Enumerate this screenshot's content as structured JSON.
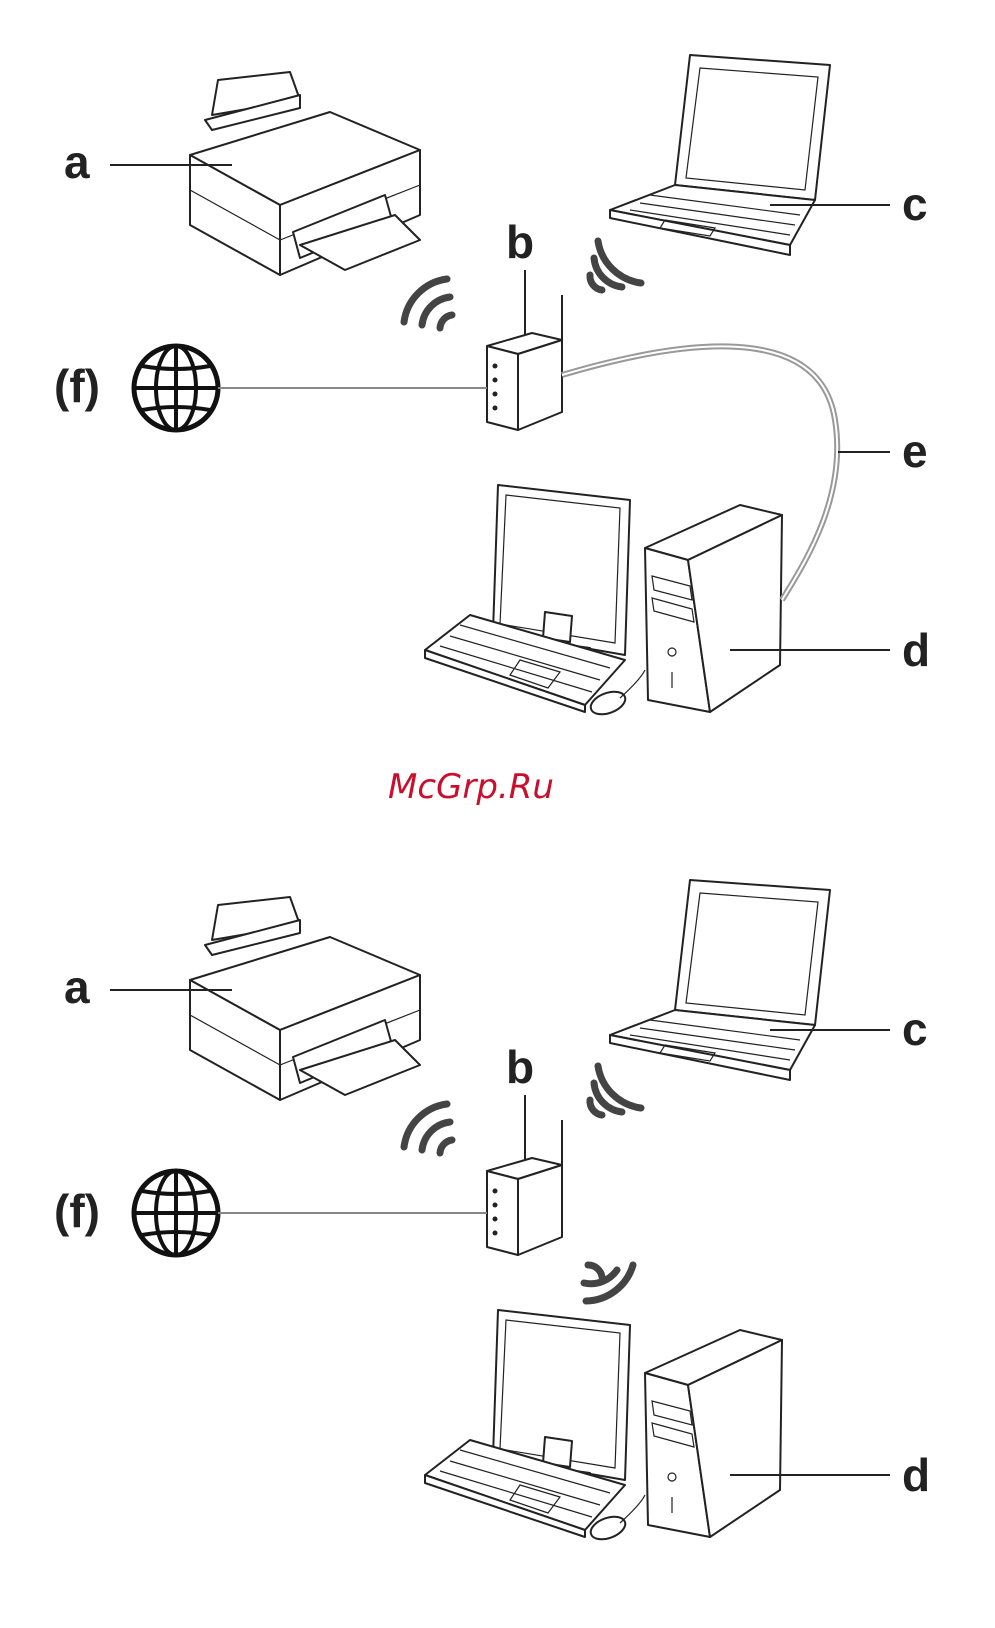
{
  "diagrams": [
    {
      "id": "wireless-with-wired-computer",
      "labels": {
        "printer": "a",
        "access_point": "b",
        "laptop": "c",
        "desktop": "d",
        "cable": "e",
        "internet": "(f)"
      },
      "desktop_connection": "wired"
    },
    {
      "id": "wireless-all",
      "labels": {
        "printer": "a",
        "access_point": "b",
        "laptop": "c",
        "desktop": "d",
        "internet": "(f)"
      },
      "desktop_connection": "wireless"
    }
  ],
  "watermark": "McGrp.Ru"
}
